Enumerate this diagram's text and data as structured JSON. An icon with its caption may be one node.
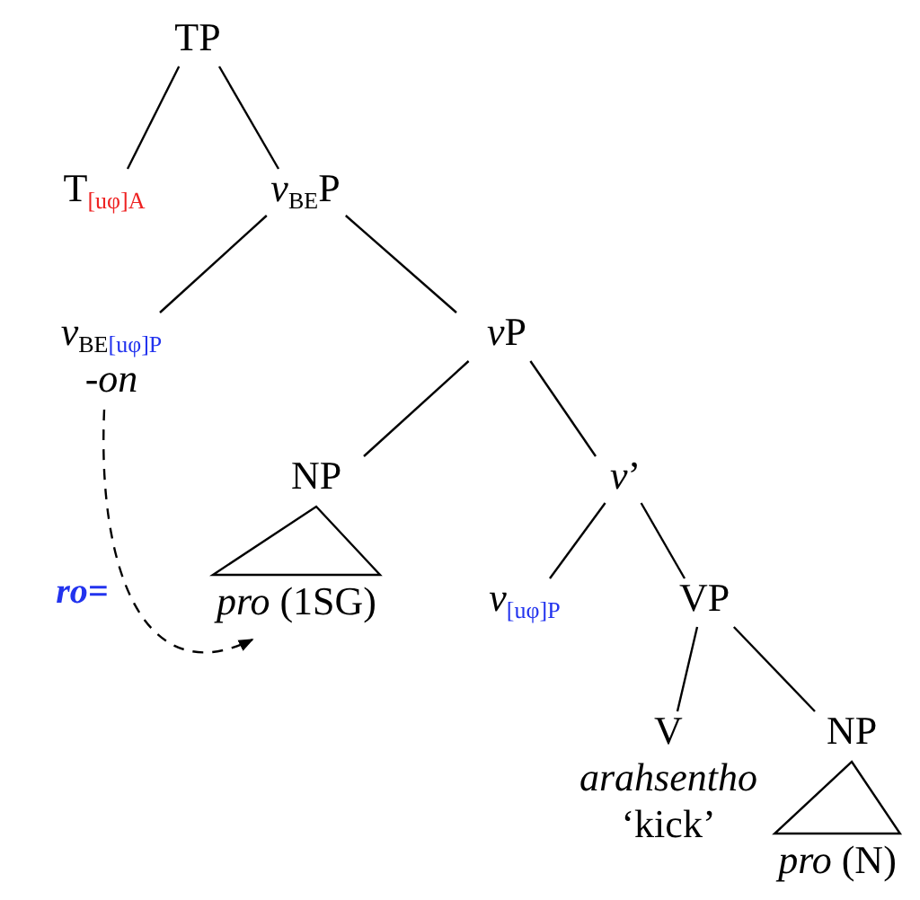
{
  "diagram": {
    "nodes": [
      {
        "text": [
          "TP"
        ]
      },
      {
        "text": [
          "T$_{[uφ]A}$"
        ]
      },
      {
        "text": [
          "*v*$_{BE}$P"
        ]
      },
      {
        "text": [
          "*v*$_{BE}$$_{[uφ]P}$",
          "*-on*"
        ]
      },
      {
        "text": [
          "vP"
        ]
      },
      {
        "text": [
          "NP"
        ]
      },
      {
        "text": [
          "*pro* (1SG)"
        ]
      },
      {
        "text": [
          "*v*’"
        ]
      },
      {
        "text": [
          "*v*$_{[uφ]P}$"
        ]
      },
      {
        "text": [
          "VP"
        ]
      },
      {
        "text": [
          "V",
          "*arahsentho*",
          "‘kick’"
        ]
      },
      {
        "text": [
          "NP"
        ]
      },
      {
        "text": [
          "*pro* (N)"
        ]
      }
    ],
    "edges": [
      {
        "from": 0,
        "to": 1,
        "arrow": "none"
      },
      {
        "from": 0,
        "to": 2,
        "arrow": "none"
      },
      {
        "from": 2,
        "to": 3,
        "arrow": "none"
      },
      {
        "from": 2,
        "to": 4,
        "arrow": "none"
      },
      {
        "from": 4,
        "to": 5,
        "arrow": "none"
      },
      {
        "from": 4,
        "to": 7,
        "arrow": "none"
      },
      {
        "from": 5,
        "to": 6,
        "arrow": "none"
      },
      {
        "from": 7,
        "to": 8,
        "arrow": "none"
      },
      {
        "from": 7,
        "to": 9,
        "arrow": "none"
      },
      {
        "from": 9,
        "to": 10,
        "arrow": "none"
      },
      {
        "from": 9,
        "to": 11,
        "arrow": "none"
      },
      {
        "from": 11,
        "to": 12,
        "arrow": "none"
      },
      {
        "from": 3,
        "to": 6,
        "arrow": "to",
        "style": "dashed",
        "label": "*ro=*"
      }
    ]
  }
}
